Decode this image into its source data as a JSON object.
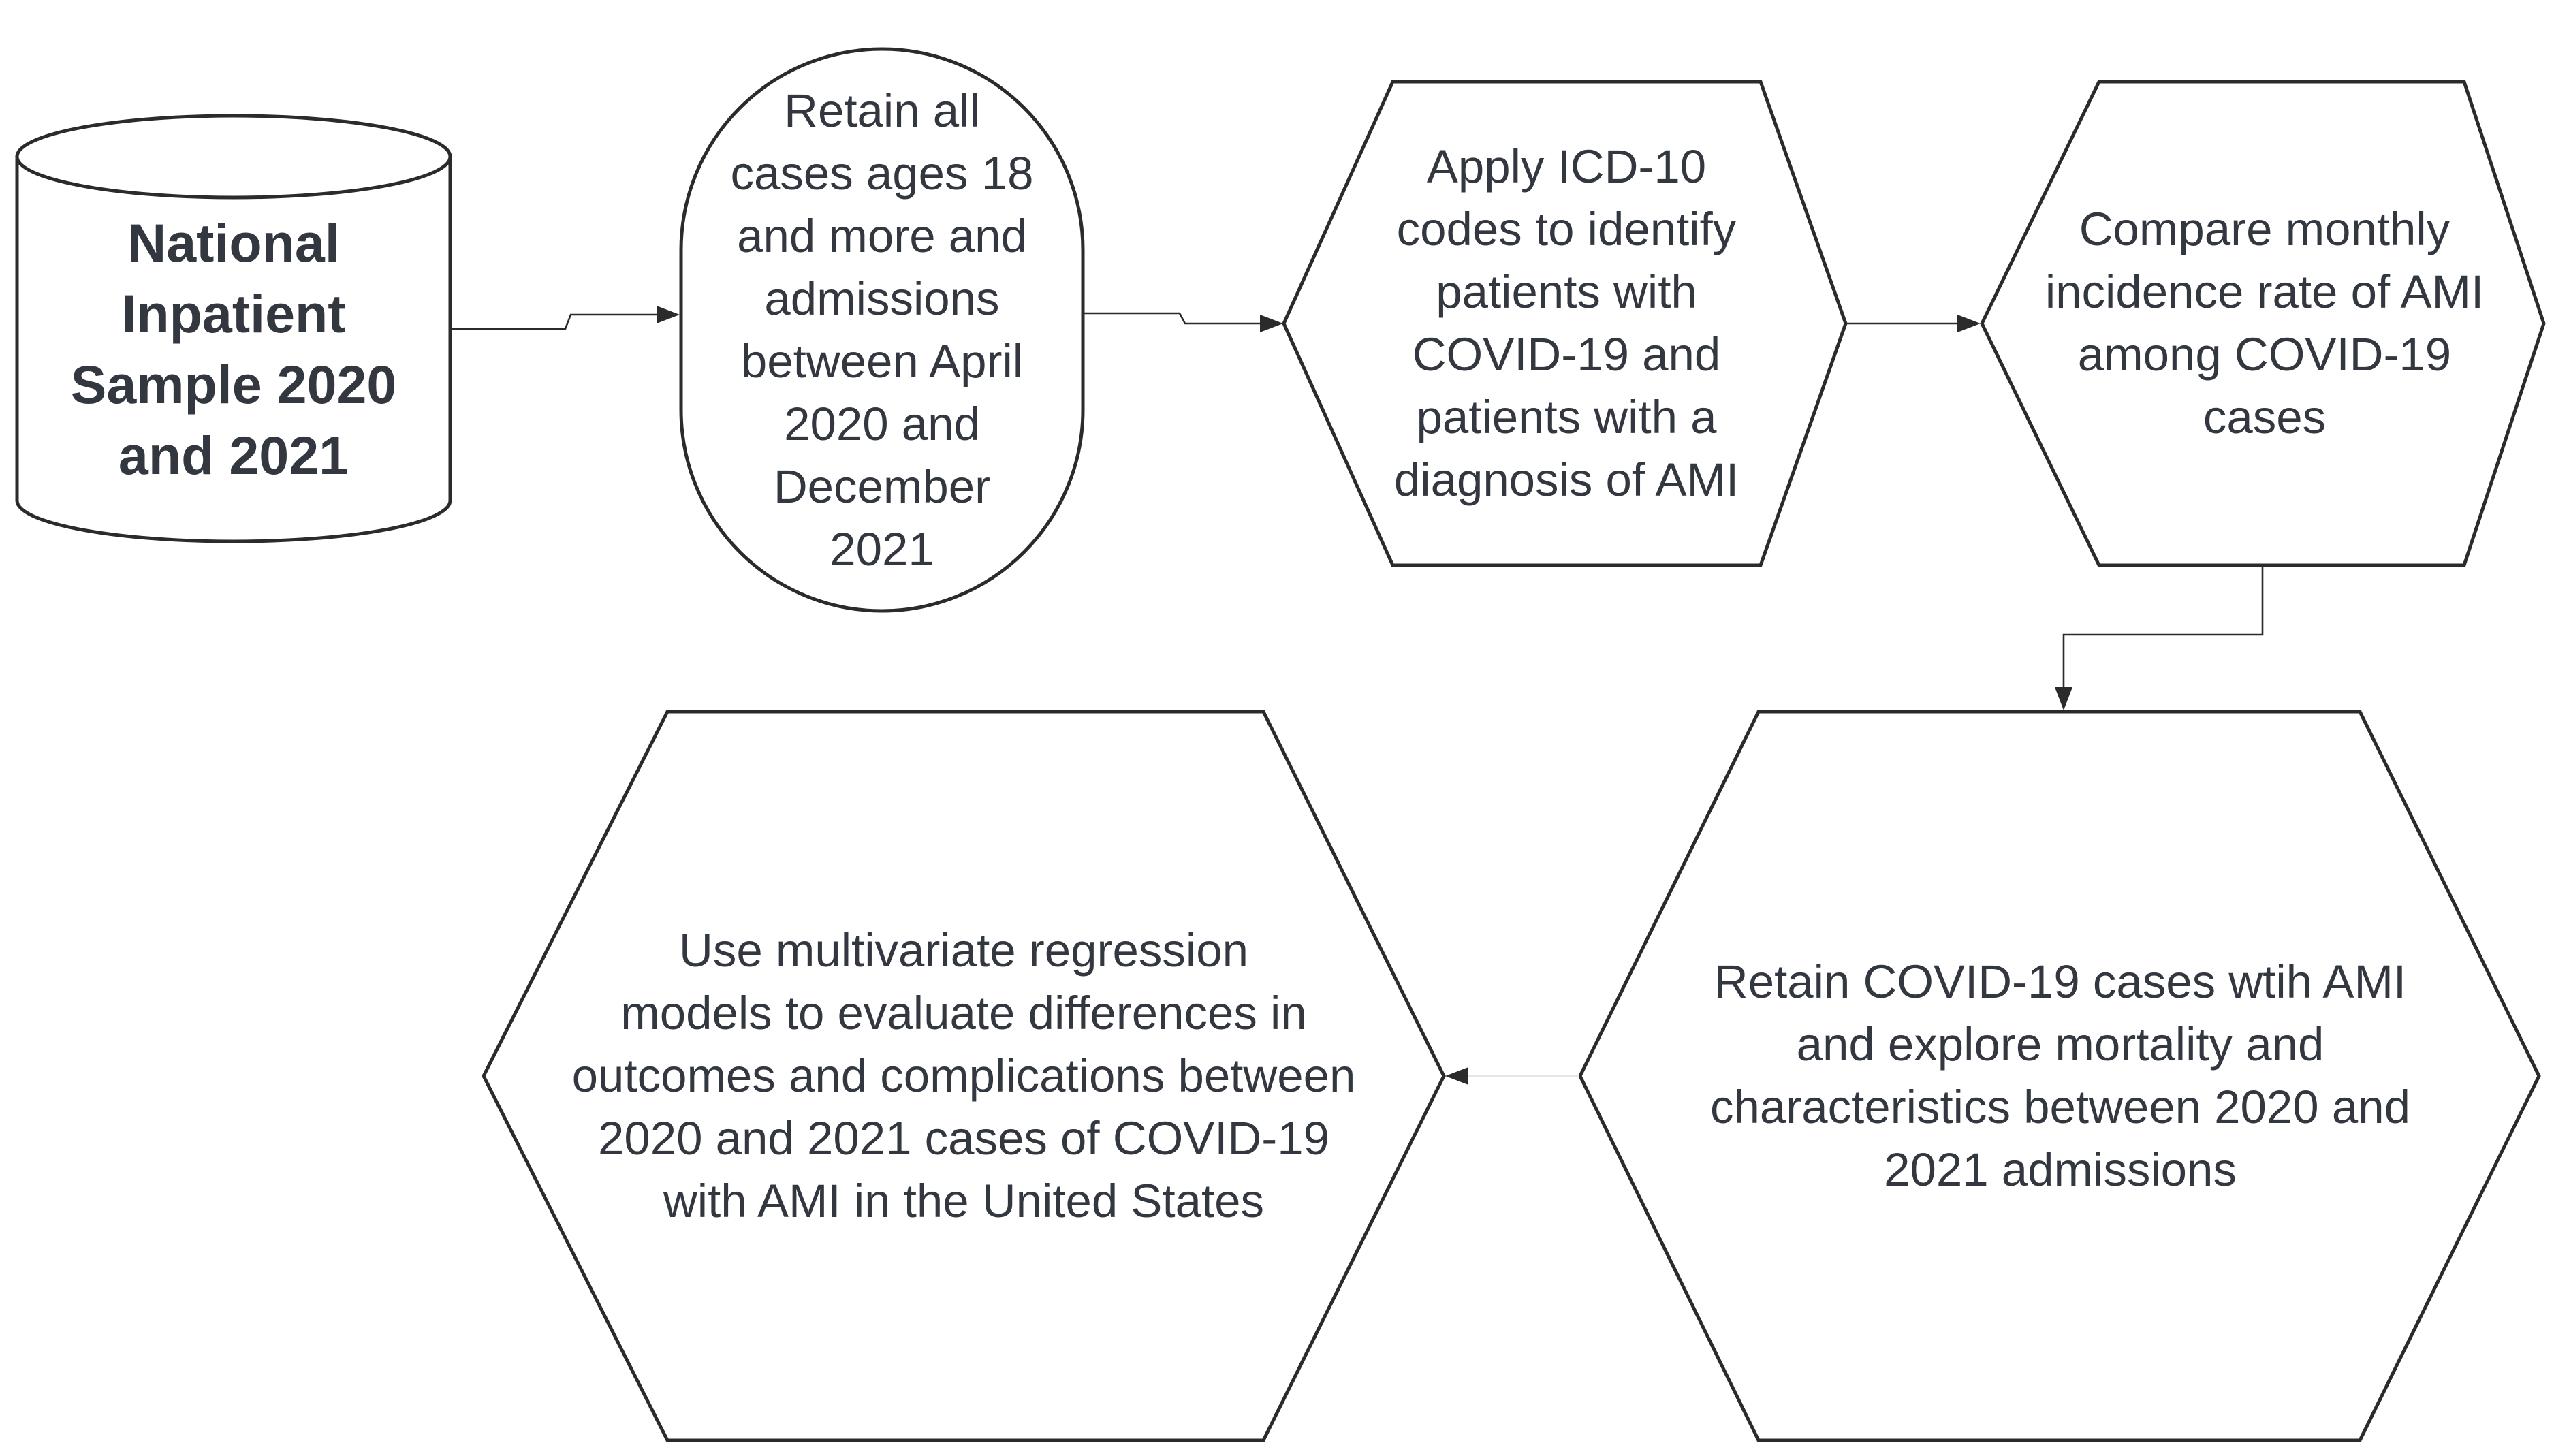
{
  "nodes": [
    {
      "id": "national-inpatient-sample",
      "shape": "cylinder",
      "text": "National\nInpatient\nSample 2020\nand 2021"
    },
    {
      "id": "retain-adult-cases",
      "shape": "stadium",
      "text": "Retain all\ncases ages 18\nand more and\nadmissions\nbetween April\n2020 and\nDecember\n2021"
    },
    {
      "id": "apply-icd10",
      "shape": "hexagon",
      "text": "Apply ICD-10\ncodes to identify\npatients with\nCOVID-19 and\npatients with a\ndiagnosis of AMI"
    },
    {
      "id": "compare-incidence",
      "shape": "hexagon",
      "text": "Compare monthly\nincidence rate of AMI\namong COVID-19\ncases"
    },
    {
      "id": "retain-covid-ami",
      "shape": "hexagon",
      "text": "Retain COVID-19 cases wtih AMI\nand explore mortality and\ncharacteristics between 2020 and\n2021 admissions"
    },
    {
      "id": "multivariate-regression",
      "shape": "hexagon",
      "text": "Use multivariate regression\nmodels to evaluate differences in\noutcomes and complications between\n2020 and 2021 cases of COVID-19\nwith AMI in the United States"
    }
  ],
  "edges": [
    {
      "from": "national-inpatient-sample",
      "to": "retain-adult-cases"
    },
    {
      "from": "retain-adult-cases",
      "to": "apply-icd10"
    },
    {
      "from": "apply-icd10",
      "to": "compare-incidence"
    },
    {
      "from": "compare-incidence",
      "to": "retain-covid-ami"
    },
    {
      "from": "retain-covid-ami",
      "to": "multivariate-regression"
    }
  ],
  "colors": {
    "stroke": "#2b2b2b",
    "text": "#333740",
    "fill": "#ffffff",
    "faint_connector": "#e6e6e6"
  }
}
